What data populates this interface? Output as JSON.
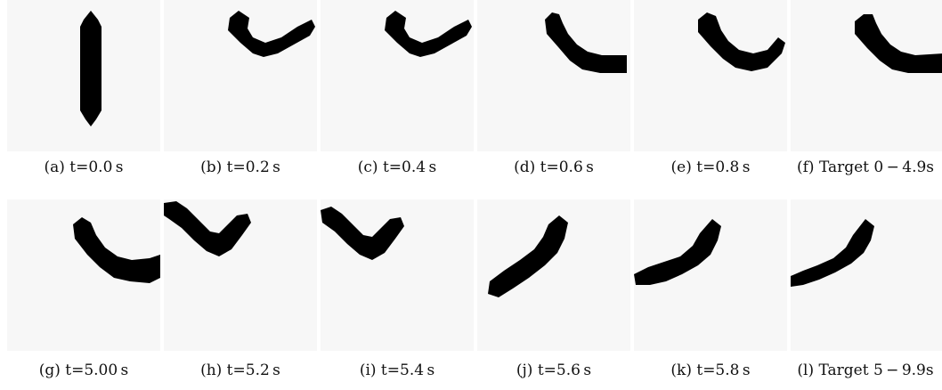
{
  "figure": {
    "panels": [
      {
        "id": "a",
        "caption": "(a) t=0.0 s"
      },
      {
        "id": "b",
        "caption": "(b) t=0.2 s"
      },
      {
        "id": "c",
        "caption": "(c) t=0.4 s"
      },
      {
        "id": "d",
        "caption": "(d) t=0.6 s"
      },
      {
        "id": "e",
        "caption": "(e) t=0.8 s"
      },
      {
        "id": "f",
        "caption": "(f) Target 0 − 4.9s"
      },
      {
        "id": "g",
        "caption": "(g) t=5.00 s"
      },
      {
        "id": "h",
        "caption": "(h) t=5.2 s"
      },
      {
        "id": "i",
        "caption": "(i) t=5.4 s"
      },
      {
        "id": "j",
        "caption": "(j) t=5.6 s"
      },
      {
        "id": "k",
        "caption": "(k) t=5.8 s"
      },
      {
        "id": "l",
        "caption": "(l) Target 5 − 9.9s"
      }
    ]
  }
}
